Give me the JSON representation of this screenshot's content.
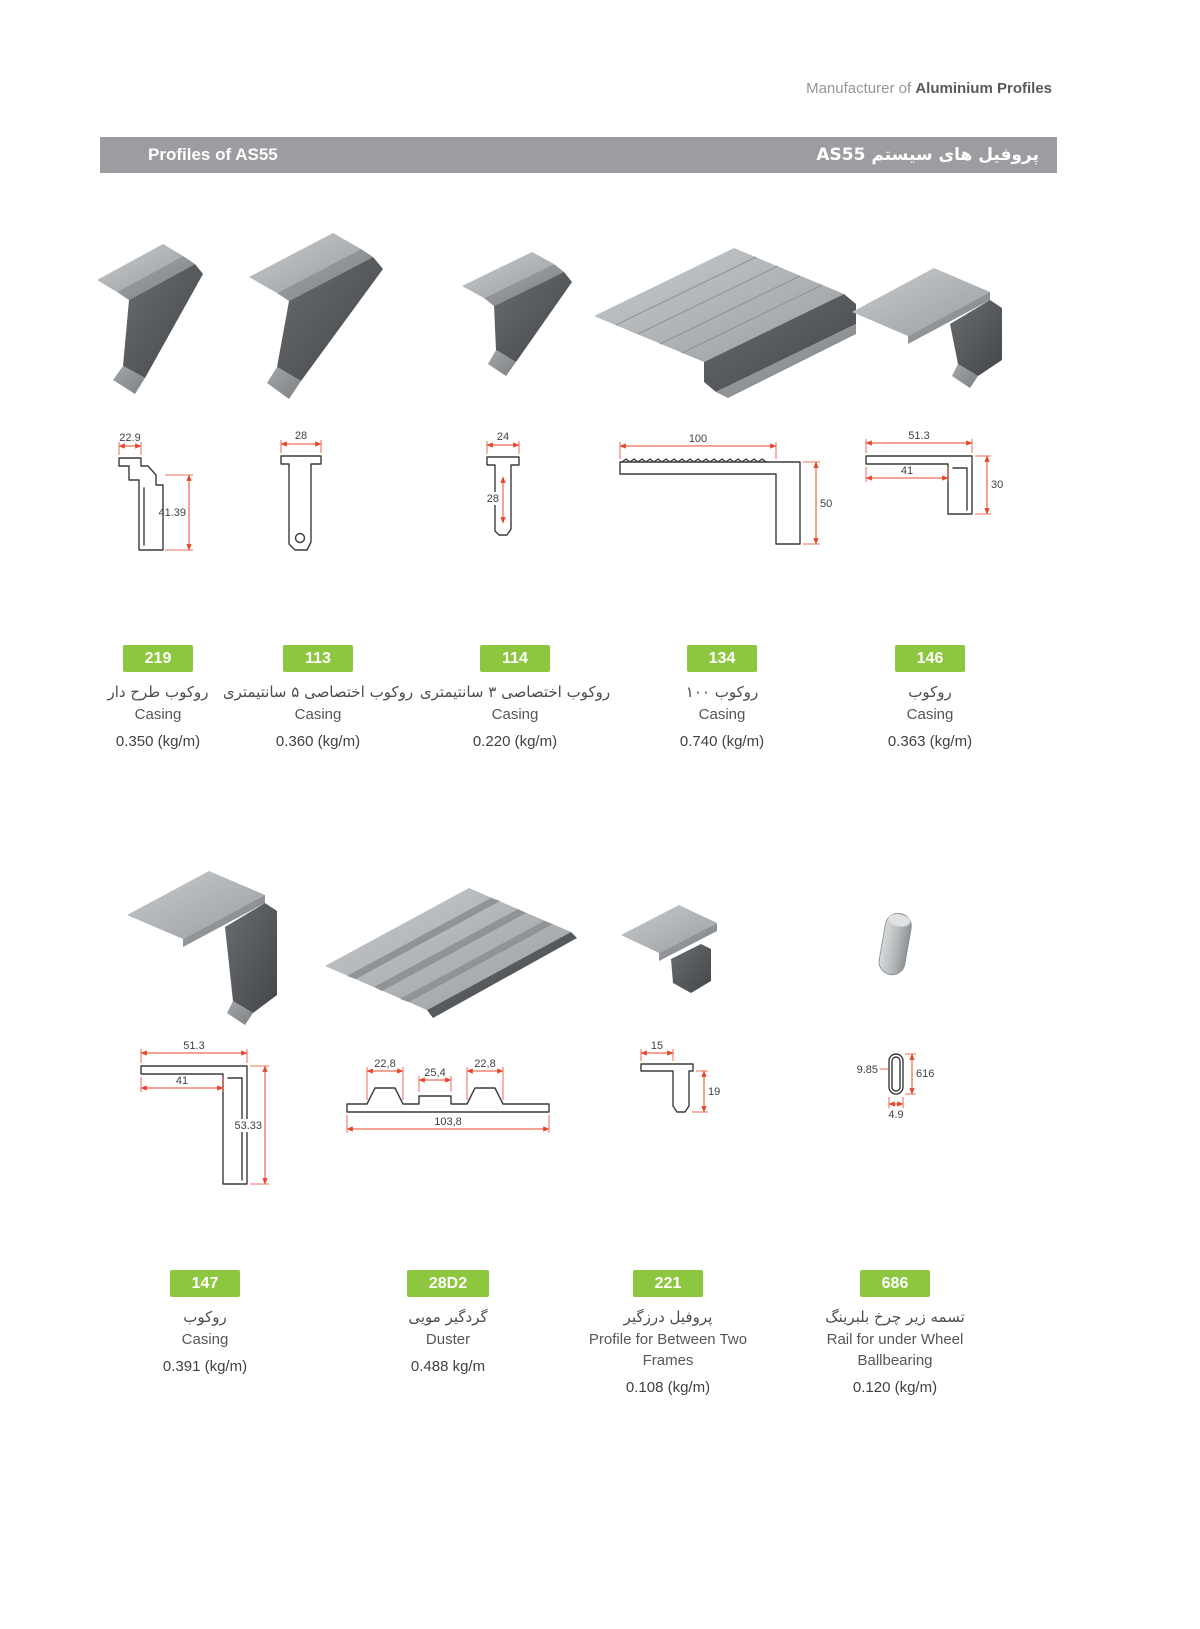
{
  "page": {
    "brand": {
      "prefix": "Manufacturer of ",
      "bold": "Aluminium Profiles"
    },
    "header": {
      "title_en": "Profiles of AS55",
      "title_fa": "پروفیل های سیستم",
      "code": "AS55"
    },
    "colors": {
      "accent_green": "#8dc63f",
      "header_gray": "#9b9da0",
      "dimension_red": "#e8452a"
    }
  },
  "products": [
    {
      "code": "219",
      "name_fa": "روکوب طرح دار",
      "name_en": "Casing",
      "weight": "0.350 (kg/m)",
      "dims": [
        "22.9",
        "41.39"
      ]
    },
    {
      "code": "113",
      "name_fa": "روکوب اختصاصی ۵ سانتیمتری",
      "name_en": "Casing",
      "weight": "0.360 (kg/m)",
      "dims": [
        "28"
      ]
    },
    {
      "code": "114",
      "name_fa": "روکوب اختصاصی ۳ سانتیمتری",
      "name_en": "Casing",
      "weight": "0.220 (kg/m)",
      "dims": [
        "24",
        "28"
      ]
    },
    {
      "code": "134",
      "name_fa": "روکوب ۱۰۰",
      "name_en": "Casing",
      "weight": "0.740 (kg/m)",
      "dims": [
        "100",
        "50"
      ]
    },
    {
      "code": "146",
      "name_fa": "روکوب",
      "name_en": "Casing",
      "weight": "0.363 (kg/m)",
      "dims": [
        "51.3",
        "41",
        "30"
      ]
    },
    {
      "code": "147",
      "name_fa": "روکوب",
      "name_en": "Casing",
      "weight": "0.391 (kg/m)",
      "dims": [
        "51.3",
        "41",
        "53.33"
      ]
    },
    {
      "code": "28D2",
      "name_fa": "گردگیر مویی",
      "name_en": "Duster",
      "weight": "0.488 kg/m",
      "dims": [
        "22,8",
        "25,4",
        "22,8",
        "103,8"
      ]
    },
    {
      "code": "221",
      "name_fa": "پروفیل درزگیر",
      "name_en": "Profile for Between Two Frames",
      "weight": "0.108 (kg/m)",
      "dims": [
        "15",
        "19"
      ]
    },
    {
      "code": "686",
      "name_fa": "تسمه زیر چرخ بلبرینگ",
      "name_en": "Rail for under Wheel Ballbearing",
      "weight": "0.120 (kg/m)",
      "dims": [
        "9.85",
        "616",
        "4.9"
      ]
    }
  ]
}
